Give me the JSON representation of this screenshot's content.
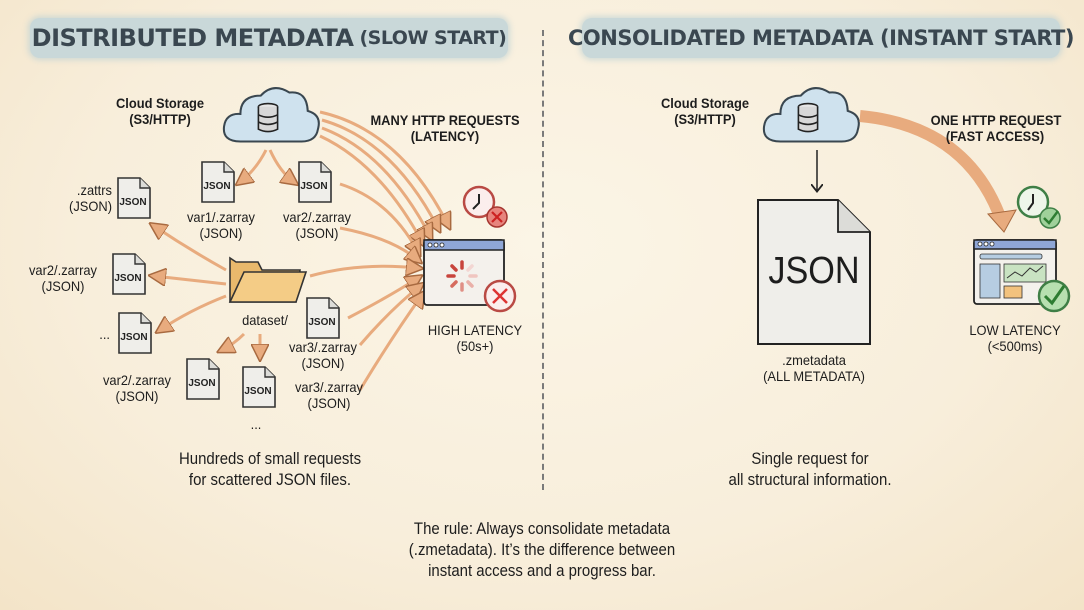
{
  "left_panel": {
    "title_main": "DISTRIBUTED METADATA",
    "title_sub": "(SLOW START)",
    "cloud_label_line1": "Cloud Storage",
    "cloud_label_line2": "(S3/HTTP)",
    "requests_label_line1": "MANY HTTP REQUESTS",
    "requests_label_line2": "(LATENCY)",
    "folder_label": "dataset/",
    "files": [
      {
        "name": "var1/.zarray",
        "type": "(JSON)"
      },
      {
        "name": "var2/.zarray",
        "type": "(JSON)"
      },
      {
        "name": ".zattrs",
        "type": "(JSON)"
      },
      {
        "name": "var2/.zarray",
        "type": "(JSON)"
      },
      {
        "name": "...",
        "type": ""
      },
      {
        "name": "var2/.zarray",
        "type": "(JSON)"
      },
      {
        "name": "var3/.zarray",
        "type": "(JSON)"
      },
      {
        "name": "var3/.zarray",
        "type": "(JSON)"
      }
    ],
    "file_icon_text": "JSON",
    "bottom_ellipsis": "...",
    "latency_label_line1": "HIGH LATENCY",
    "latency_label_line2": "(50s+)",
    "caption_line1": "Hundreds of small requests",
    "caption_line2": "for scattered JSON files."
  },
  "right_panel": {
    "title_main": "CONSOLIDATED METADATA (INSTANT START)",
    "cloud_label_line1": "Cloud Storage",
    "cloud_label_line2": "(S3/HTTP)",
    "request_label_line1": "ONE HTTP REQUEST",
    "request_label_line2": "(FAST ACCESS)",
    "file_icon_text": "JSON",
    "file_label_line1": ".zmetadata",
    "file_label_line2": "(ALL METADATA)",
    "latency_label_line1": "LOW LATENCY",
    "latency_label_line2": "(<500ms)",
    "caption_line1": "Single request for",
    "caption_line2": "all structural information."
  },
  "footer": {
    "line1": "The rule: Always consolidate metadata",
    "line2": "(.zmetadata). It’s the difference between",
    "line3": "instant access and a progress bar."
  },
  "colors": {
    "arrow": "#e8ab7e",
    "error": "#d9534f",
    "success": "#5cae5c",
    "title_band": "#c9d8d9"
  }
}
